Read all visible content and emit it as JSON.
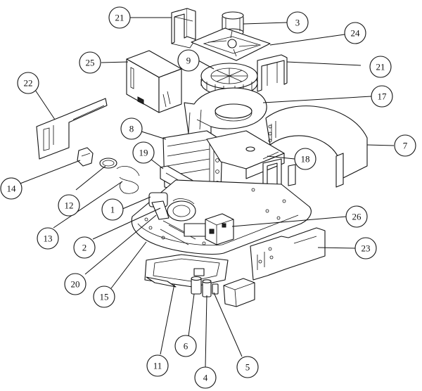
{
  "callouts": [
    {
      "id": "c1",
      "label": "1"
    },
    {
      "id": "c2",
      "label": "2"
    },
    {
      "id": "c3",
      "label": "3"
    },
    {
      "id": "c4",
      "label": "4"
    },
    {
      "id": "c5",
      "label": "5"
    },
    {
      "id": "c6",
      "label": "6"
    },
    {
      "id": "c7",
      "label": "7"
    },
    {
      "id": "c8",
      "label": "8"
    },
    {
      "id": "c9",
      "label": "9"
    },
    {
      "id": "c11",
      "label": "11"
    },
    {
      "id": "c12",
      "label": "12"
    },
    {
      "id": "c13",
      "label": "13"
    },
    {
      "id": "c14",
      "label": "14"
    },
    {
      "id": "c15",
      "label": "15"
    },
    {
      "id": "c17",
      "label": "17"
    },
    {
      "id": "c18",
      "label": "18"
    },
    {
      "id": "c19",
      "label": "19"
    },
    {
      "id": "c20",
      "label": "20"
    },
    {
      "id": "c21a",
      "label": "21"
    },
    {
      "id": "c21b",
      "label": "21"
    },
    {
      "id": "c22",
      "label": "22"
    },
    {
      "id": "c23",
      "label": "23"
    },
    {
      "id": "c24",
      "label": "24"
    },
    {
      "id": "c25",
      "label": "25"
    },
    {
      "id": "c26",
      "label": "26"
    }
  ]
}
